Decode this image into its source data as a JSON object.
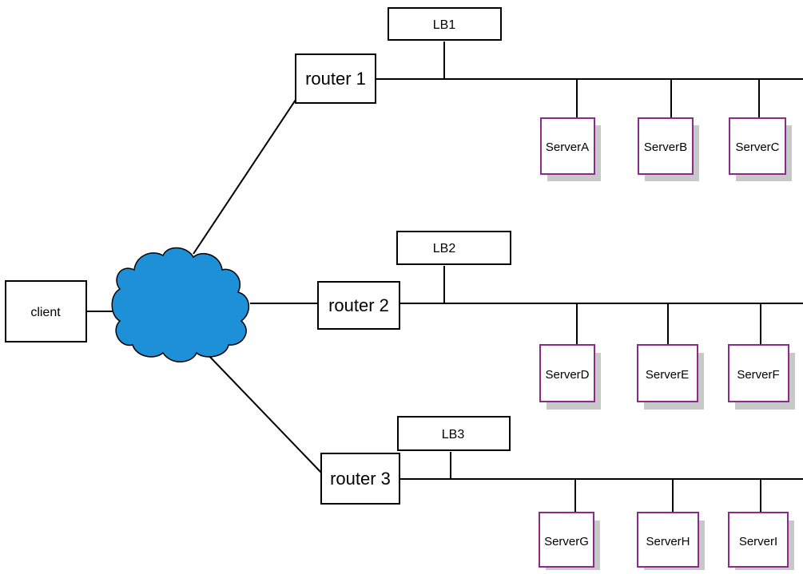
{
  "client": {
    "label": "client"
  },
  "cloud": {
    "name": "network-cloud",
    "color": "#1e90d8"
  },
  "routers": [
    {
      "label": "router 1"
    },
    {
      "label": "router 2"
    },
    {
      "label": "router 3"
    }
  ],
  "load_balancers": [
    {
      "label": "LB1"
    },
    {
      "label": "LB2"
    },
    {
      "label": "LB3"
    }
  ],
  "servers": [
    {
      "label": "ServerA"
    },
    {
      "label": "ServerB"
    },
    {
      "label": "ServerC"
    },
    {
      "label": "ServerD"
    },
    {
      "label": "ServerE"
    },
    {
      "label": "ServerF"
    },
    {
      "label": "ServerG"
    },
    {
      "label": "ServerH"
    },
    {
      "label": "ServerI"
    }
  ],
  "colors": {
    "server_border": "#8b2a8b",
    "server_shadow": "#c8c8c8",
    "line": "#000000"
  }
}
